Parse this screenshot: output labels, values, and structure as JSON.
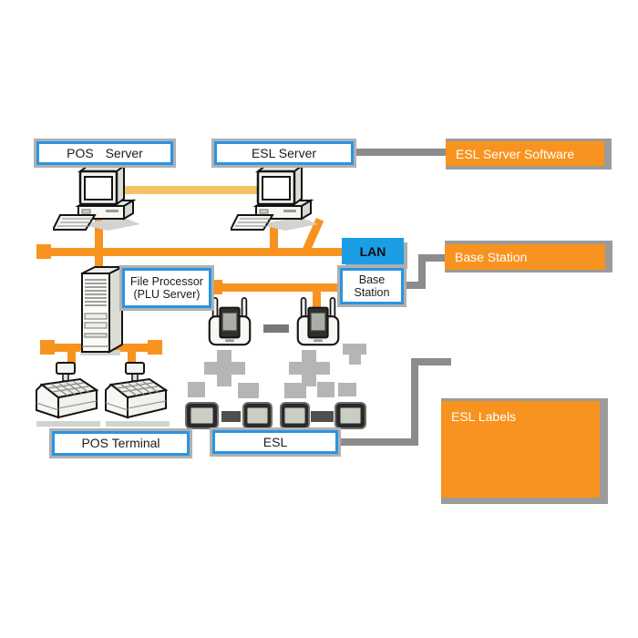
{
  "diagram": {
    "kind": "esl-system-architecture",
    "nodes": {
      "pos_server": "POS Server",
      "esl_server": "ESL Server",
      "file_processor_line1": "File Processor",
      "file_processor_line2": "(PLU Server)",
      "lan": "LAN",
      "base_station_line1": "Base",
      "base_station_line2": "Station",
      "pos_terminal": "POS Terminal",
      "esl": "ESL"
    },
    "callouts": {
      "esl_server_software": "ESL Server Software",
      "base_station": "Base Station",
      "esl_labels": "ESL Labels"
    },
    "colors": {
      "accent_orange": "#F7931E",
      "lan_blue": "#1B9EE4",
      "box_border_blue": "#2994E2",
      "connector_gray": "#8C8C8C",
      "wave_gray": "#B5B5B5",
      "tan_link": "#F2C464"
    }
  }
}
